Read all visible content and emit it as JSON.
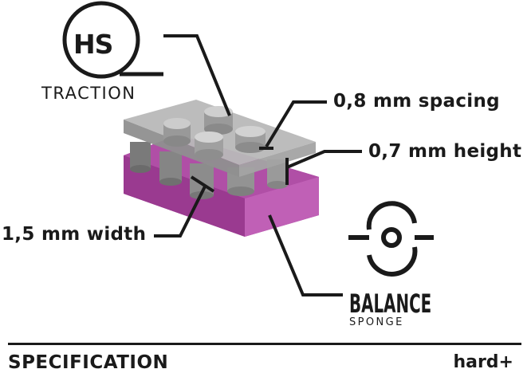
{
  "logos": {
    "hs_text": "HS",
    "traction_text": "TRACTION",
    "balance_text": "BALANCE",
    "sponge_text": "SPONGE"
  },
  "callouts": {
    "spacing": "0,8 mm spacing",
    "height": "0,7 mm height",
    "width": "1,5 mm width"
  },
  "specification": {
    "title": "SPECIFICATION",
    "hardness": "hard+"
  },
  "colors": {
    "sponge": "#9c3d94",
    "topsheet": "#8a8a8a",
    "ink": "#1a1a1a"
  }
}
